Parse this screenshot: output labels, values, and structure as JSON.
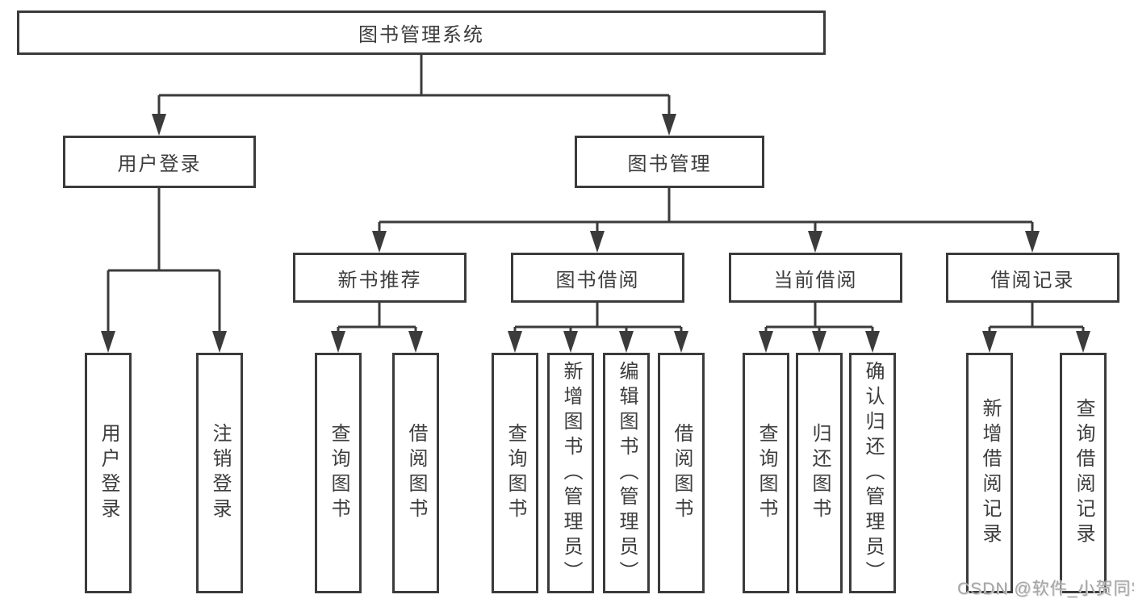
{
  "diagram": {
    "root": {
      "label": "图书管理系统"
    },
    "branches": [
      {
        "label": "用户登录",
        "children": [
          {
            "label": "用户登录"
          },
          {
            "label": "注销登录"
          }
        ]
      },
      {
        "label": "图书管理",
        "children": [
          {
            "label": "新书推荐",
            "children": [
              {
                "label": "查询图书"
              },
              {
                "label": "借阅图书"
              }
            ]
          },
          {
            "label": "图书借阅",
            "children": [
              {
                "label": "查询图书"
              },
              {
                "label": "新增图书（管理员）"
              },
              {
                "label": "编辑图书（管理员）"
              },
              {
                "label": "借阅图书"
              }
            ]
          },
          {
            "label": "当前借阅",
            "children": [
              {
                "label": "查询图书"
              },
              {
                "label": "归还图书"
              },
              {
                "label": "确认归还（管理员）"
              }
            ]
          },
          {
            "label": "借阅记录",
            "children": [
              {
                "label": "新增借阅记录"
              },
              {
                "label": "查询借阅记录"
              }
            ]
          }
        ]
      }
    ]
  },
  "watermark": {
    "text": "CSDN @软件_小贺同学"
  },
  "colors": {
    "line": "#3b3b3b",
    "text": "#3d3d3d",
    "box_background": "#ffffff",
    "page_background": "#ffffff",
    "watermark": "#a6a6a6"
  }
}
